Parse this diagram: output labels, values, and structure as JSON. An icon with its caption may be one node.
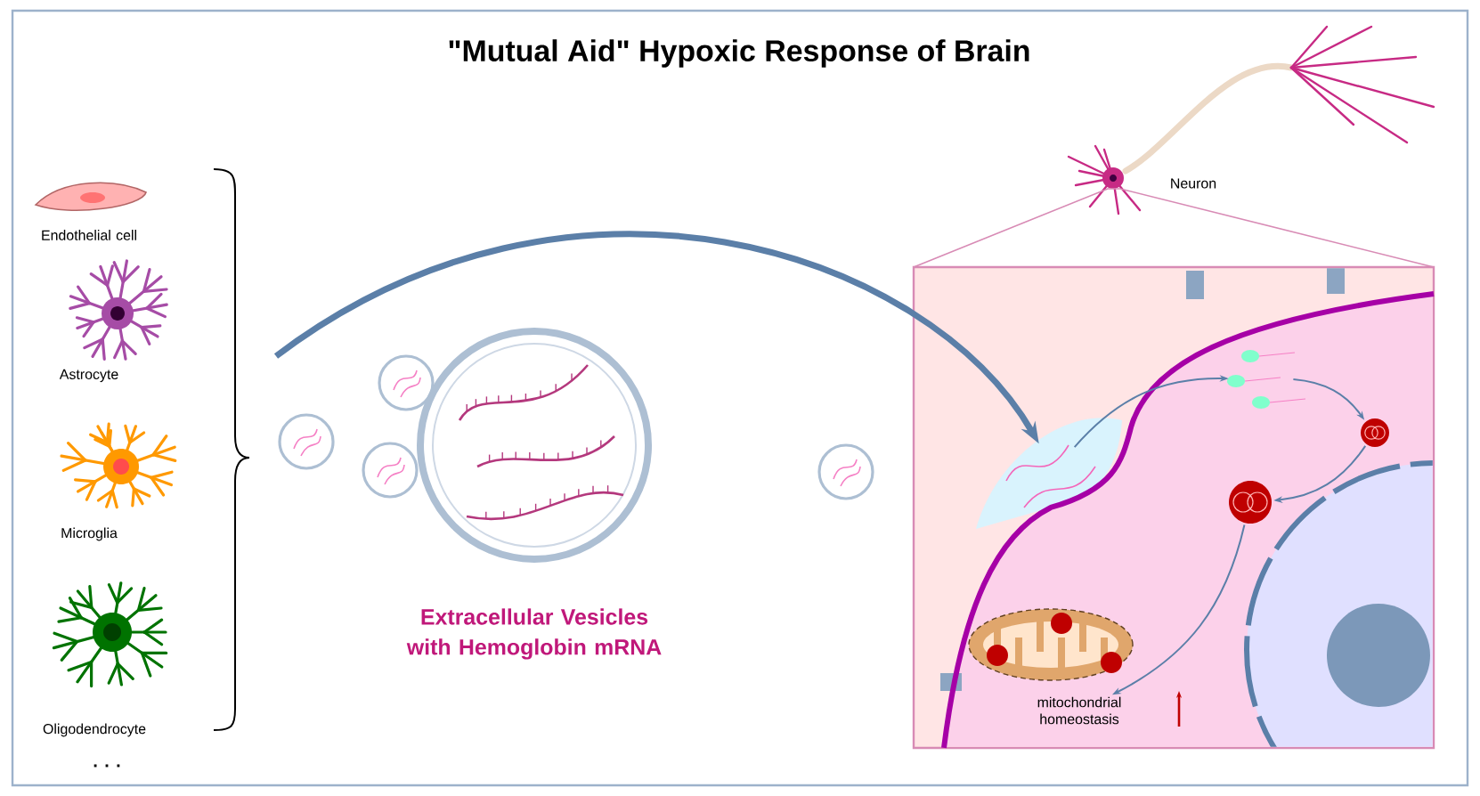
{
  "diagram": {
    "title": "\"Mutual Aid\" Hypoxic Response of Brain",
    "nodes": [
      {
        "text": [
          "Endothelial cell"
        ]
      },
      {
        "text": [
          "Astrocyte"
        ]
      },
      {
        "text": [
          "Microglia"
        ]
      },
      {
        "text": [
          "Oligodendrocyte"
        ]
      },
      {
        "text": [
          "Extracellular Vesicles with Hemoglobin mRNA"
        ]
      },
      {
        "text": [
          "Neuron"
        ]
      },
      {
        "text": [],
        "shape": "box"
      },
      {
        "text": [],
        "shape": "picture",
        "in": 6
      },
      {
        "text": [],
        "shape": "picture",
        "in": 6
      },
      {
        "text": [],
        "shape": "picture",
        "in": 6
      },
      {
        "text": [],
        "shape": "picture",
        "in": 6
      },
      {
        "text": [
          "mitochondrial homeostasis"
        ],
        "in": 6
      }
    ],
    "edges": [
      {
        "from": null,
        "to": 7,
        "arrow": "to",
        "style": "thick"
      },
      {
        "from": 7,
        "to": 8,
        "arrow": "to"
      },
      {
        "from": 8,
        "to": 9,
        "arrow": "to"
      },
      {
        "from": 9,
        "to": 10,
        "arrow": "to"
      },
      {
        "from": 10,
        "to": 11,
        "arrow": "to"
      }
    ],
    "labels": [
      ". . ."
    ]
  }
}
